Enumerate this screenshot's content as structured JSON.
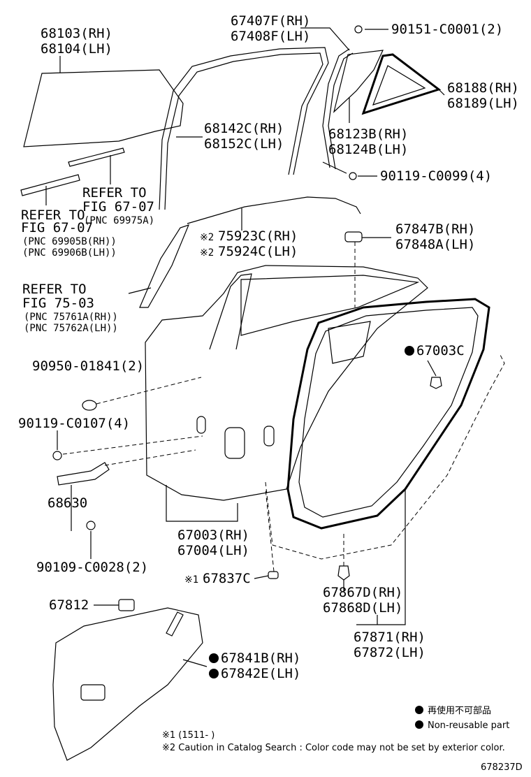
{
  "labels": {
    "glass_rh": "68103(RH)",
    "glass_lh": "68104(LH)",
    "weather_strip_rh": "67407F(RH)",
    "weather_strip_lh": "67408F(LH)",
    "bolt_90151": "90151-C0001(2)",
    "quarter_seal_rh": "68188(RH)",
    "quarter_seal_lh": "68189(LH)",
    "run_channel_rh": "68142C(RH)",
    "run_channel_lh": "68152C(LH)",
    "quarter_glass_rh": "68123B(RH)",
    "quarter_glass_lh": "68124B(LH)",
    "bolt_90119_c0099": "90119-C0099(4)",
    "refer_fig_6707_a_line1": "REFER TO",
    "refer_fig_6707_a_line2": "FIG 67-07",
    "refer_fig_6707_a_pnc": "(PNC 69975A)",
    "refer_fig_6707_b_line1": "REFER TO",
    "refer_fig_6707_b_line2": "FIG 67-07",
    "refer_fig_6707_b_pnc_rh": "(PNC 69905B(RH))",
    "refer_fig_6707_b_pnc_lh": "(PNC 69906B(LH))",
    "note_mark_2a": "※2",
    "moulding_rh": "75923C(RH)",
    "note_mark_2b": "※2",
    "moulding_lh": "75924C(LH)",
    "pad_rh": "67847B(RH)",
    "pad_lh": "67848A(LH)",
    "refer_fig_7503_line1": "REFER TO",
    "refer_fig_7503_line2": "FIG 75-03",
    "refer_fig_7503_pnc_rh": "(PNC 75761A(RH))",
    "refer_fig_7503_pnc_lh": "(PNC 75762A(LH))",
    "plug_90950": "90950-01841(2)",
    "clip_67003c": "67003C",
    "bolt_90119_c0107": "90119-C0107(4)",
    "check_68630": "68630",
    "panel_rh": "67003(RH)",
    "panel_lh": "67004(LH)",
    "bolt_90109": "90109-C0028(2)",
    "note_mark_1": "※1",
    "clip_67837c": "67837C",
    "retainer_rh": "67867D(RH)",
    "retainer_lh": "67868D(LH)",
    "cover_67812": "67812",
    "weatherstrip_rh": "67871(RH)",
    "weatherstrip_lh": "67872(LH)",
    "service_hole_rh": "67841B(RH)",
    "service_hole_lh": "67842E(LH)"
  },
  "legend": {
    "non_reusable_jp": "再使用不可部品",
    "non_reusable_en": "Non-reusable part"
  },
  "notes": {
    "note1": "※1 (1511-      )",
    "note2": "※2 Caution in Catalog Search : Color code may not be set by exterior color."
  },
  "figure_id": "678237D"
}
